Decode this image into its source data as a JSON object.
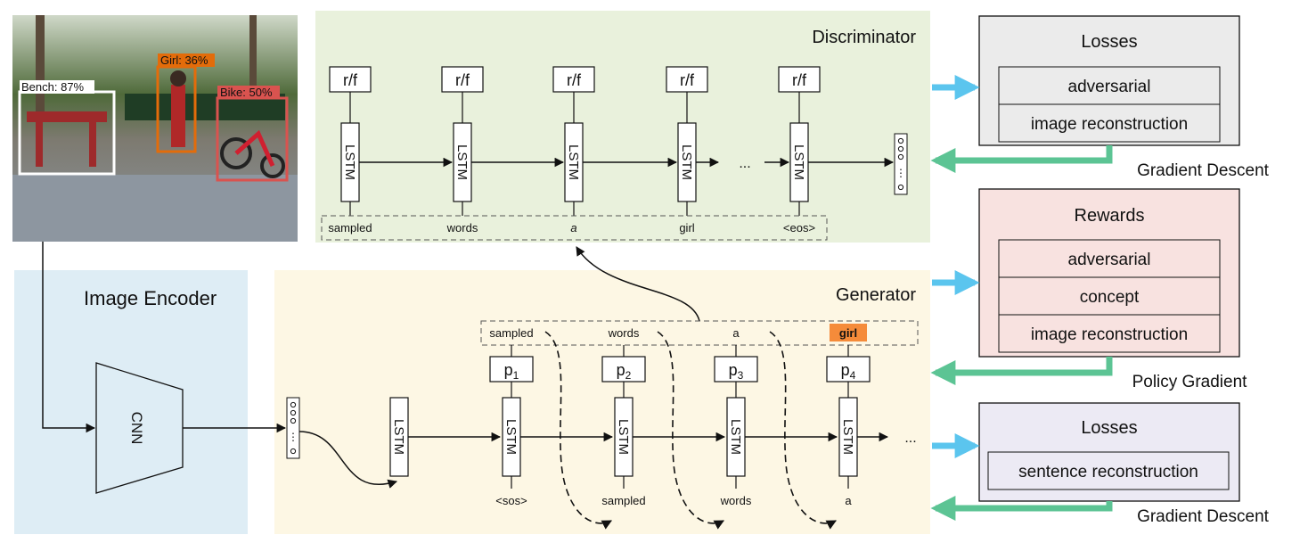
{
  "photo": {
    "detections": [
      {
        "label": "Bench: 87%",
        "color": "#ffffff"
      },
      {
        "label": "Girl: 36%",
        "color": "#e36c0a"
      },
      {
        "label": "Bike: 50%",
        "color": "#d9534f"
      }
    ]
  },
  "image_encoder": {
    "title": "Image Encoder",
    "cnn_label": "CNN"
  },
  "discriminator": {
    "title": "Discriminator",
    "rf_label": "r/f",
    "lstm_label": "LSTM",
    "ellipsis": "...",
    "inputs": [
      "sampled",
      "words",
      "a",
      "girl",
      "<eos>"
    ]
  },
  "generator": {
    "title": "Generator",
    "lstm_label": "LSTM",
    "ellipsis": "...",
    "sampled_words": [
      "sampled",
      "words",
      "a",
      "girl"
    ],
    "p_labels": [
      "p",
      "p",
      "p",
      "p"
    ],
    "p_subscripts": [
      "1",
      "2",
      "3",
      "4"
    ],
    "inputs": [
      "<sos>",
      "sampled",
      "words",
      "a"
    ]
  },
  "losses_top": {
    "title": "Losses",
    "items": [
      "adversarial",
      "image reconstruction"
    ]
  },
  "rewards": {
    "title": "Rewards",
    "items": [
      "adversarial",
      "concept",
      "image reconstruction"
    ]
  },
  "losses_bottom": {
    "title": "Losses",
    "items": [
      "sentence reconstruction"
    ]
  },
  "gradient_labels": {
    "top": "Gradient Descent",
    "middle": "Policy Gradient",
    "bottom": "Gradient Descent"
  },
  "colors": {
    "encoder_bg": "#deedf5",
    "discriminator_bg": "#e9f1dc",
    "generator_bg": "#fdf7e4",
    "losses_top_bg": "#ebebeb",
    "rewards_bg": "#f8e2e0",
    "losses_bottom_bg": "#eceaf4",
    "cyan_arrow": "#5bc5ee",
    "green_arrow": "#5cc494",
    "highlight_orange": "#f58b3a"
  }
}
